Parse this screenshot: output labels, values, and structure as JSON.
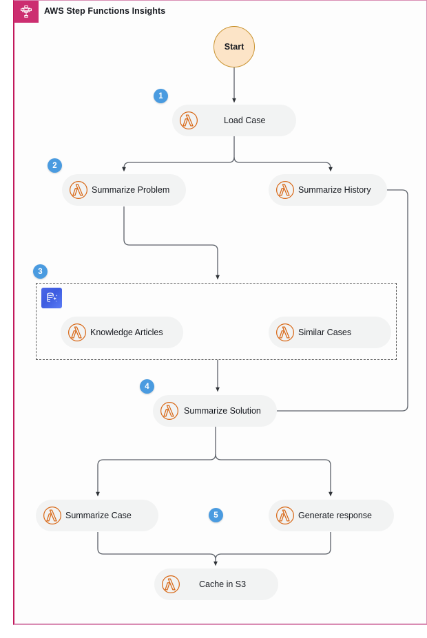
{
  "header": {
    "title": "AWS Step Functions Insights",
    "icon": "step-functions-icon",
    "tile_color": "#CC2E70"
  },
  "colors": {
    "frame_border": "#C2185B",
    "node_fill": "#F2F3F3",
    "lambda_orange": "#D86613",
    "badge_blue": "#4A9BE0",
    "start_fill": "#FCE4C7",
    "start_border": "#C9932F",
    "connector": "#3B3F45",
    "knowledge_tile": "#4A66E8",
    "group_border": "#5A5A5A"
  },
  "diagram": {
    "type": "workflow",
    "start": {
      "label": "Start"
    },
    "nodes": [
      {
        "id": "load-case",
        "label": "Load Case",
        "icon": "lambda-icon"
      },
      {
        "id": "summarize-problem",
        "label": "Summarize Problem",
        "icon": "lambda-icon"
      },
      {
        "id": "summarize-history",
        "label": "Summarize History",
        "icon": "lambda-icon"
      },
      {
        "id": "knowledge-articles",
        "label": "Knowledge Articles",
        "icon": "lambda-icon"
      },
      {
        "id": "similar-cases",
        "label": "Similar Cases",
        "icon": "lambda-icon"
      },
      {
        "id": "summarize-solution",
        "label": "Summarize Solution",
        "icon": "lambda-icon"
      },
      {
        "id": "summarize-case",
        "label": "Summarize Case",
        "icon": "lambda-icon"
      },
      {
        "id": "generate-response",
        "label": "Generate response",
        "icon": "lambda-icon"
      },
      {
        "id": "cache-in-s3",
        "label": "Cache in S3",
        "icon": "lambda-icon"
      }
    ],
    "group": {
      "id": "knowledge-group",
      "icon": "knowledge-base-icon",
      "style": "dashed",
      "members": [
        "knowledge-articles",
        "similar-cases"
      ]
    },
    "badges": [
      {
        "number": "1",
        "target": "load-case"
      },
      {
        "number": "2",
        "target": "summarize-problem"
      },
      {
        "number": "3",
        "target": "knowledge-group"
      },
      {
        "number": "4",
        "target": "summarize-solution"
      },
      {
        "number": "5",
        "target": "generate-response"
      }
    ],
    "edges": [
      {
        "from": "start",
        "to": "load-case"
      },
      {
        "from": "load-case",
        "to": "summarize-problem"
      },
      {
        "from": "load-case",
        "to": "summarize-history"
      },
      {
        "from": "summarize-problem",
        "to": "knowledge-group"
      },
      {
        "from": "summarize-history",
        "to": "summarize-solution"
      },
      {
        "from": "knowledge-group",
        "to": "summarize-solution"
      },
      {
        "from": "summarize-solution",
        "to": "summarize-case"
      },
      {
        "from": "summarize-solution",
        "to": "generate-response"
      },
      {
        "from": "summarize-case",
        "to": "cache-in-s3"
      },
      {
        "from": "generate-response",
        "to": "cache-in-s3"
      }
    ]
  }
}
